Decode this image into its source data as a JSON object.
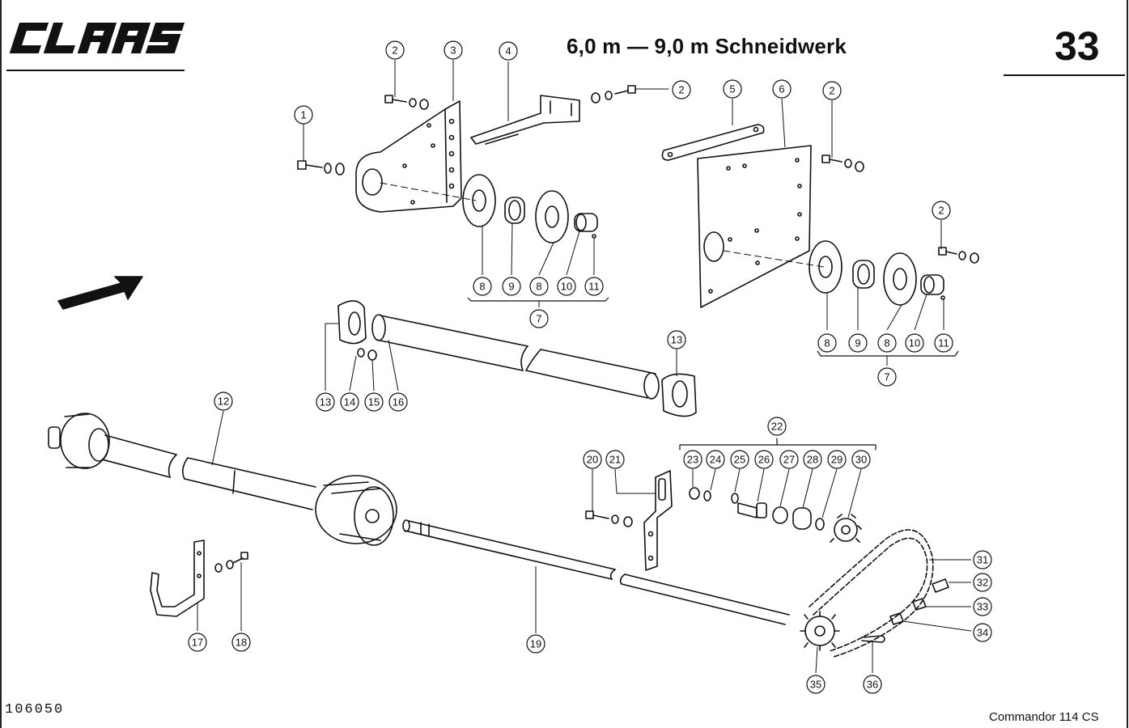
{
  "header": {
    "brand": "CLAAS",
    "title": "6,0 m — 9,0 m Schneidwerk",
    "page_number": "33"
  },
  "footer": {
    "document_number": "106050",
    "model": "Commandor 114 CS"
  },
  "callouts": [
    "1",
    "2",
    "3",
    "4",
    "2",
    "5",
    "6",
    "2",
    "2",
    "8",
    "9",
    "8",
    "10",
    "11",
    "7",
    "8",
    "9",
    "8",
    "10",
    "11",
    "7",
    "13",
    "13",
    "14",
    "15",
    "16",
    "12",
    "22",
    "20",
    "21",
    "23",
    "24",
    "25",
    "26",
    "27",
    "28",
    "29",
    "30",
    "31",
    "32",
    "33",
    "34",
    "17",
    "18",
    "19",
    "35",
    "36"
  ]
}
